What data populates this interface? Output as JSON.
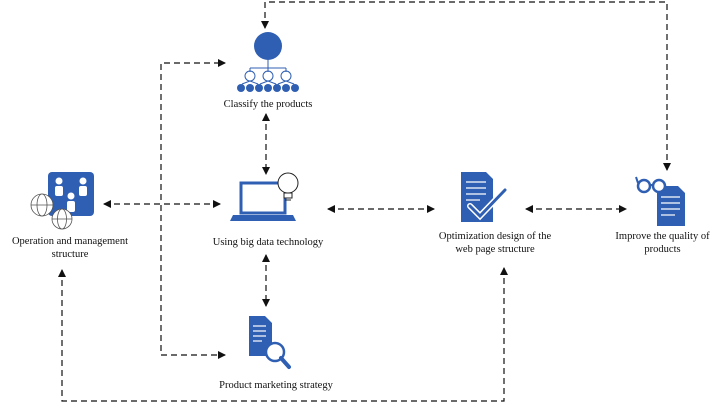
{
  "nodes": {
    "classify": {
      "label": "Classify the products",
      "icon": "hierarchy-icon"
    },
    "big_data": {
      "label": "Using big data technology",
      "icon": "laptop-lightbulb-icon"
    },
    "marketing": {
      "label": "Product marketing strategy",
      "icon": "document-magnifier-icon"
    },
    "operation": {
      "label_line1": "Operation and management",
      "label_line2": "structure",
      "icon": "people-globe-icon"
    },
    "web_design": {
      "label_line1": "Optimization design of the",
      "label_line2": "web page structure",
      "icon": "document-check-icon"
    },
    "quality": {
      "label_line1": "Improve the quality of",
      "label_line2": "products",
      "icon": "glasses-document-icon"
    }
  },
  "colors": {
    "icon_blue": "#2f5fb3",
    "line": "#111111"
  }
}
